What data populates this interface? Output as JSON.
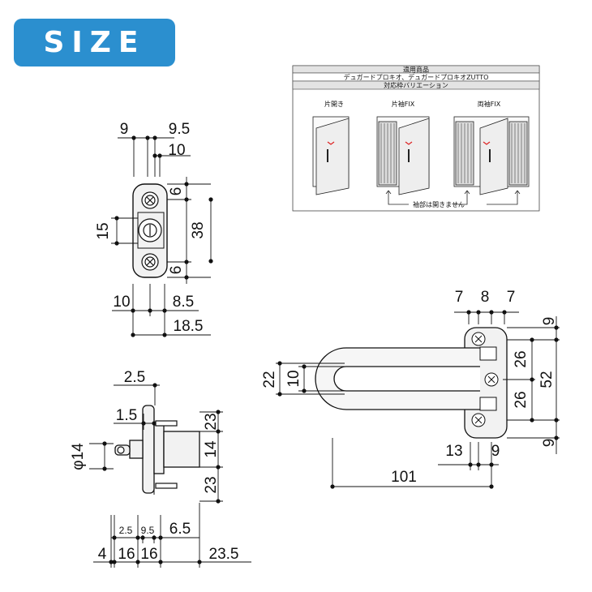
{
  "badge": {
    "label": "SIZE"
  },
  "table": {
    "header1": "適用商品",
    "products": "デュガードプロキオ、デュガードプロキオZUTTO",
    "header2": "対応枠バリエーション",
    "col1": "片開き",
    "col2": "片袖FIX",
    "col3": "両袖FIX",
    "note": "袖部は開きません"
  },
  "dims": {
    "top_9": "9",
    "top_9_5": "9.5",
    "top_10": "10",
    "right_6_top": "6",
    "right_38": "38",
    "right_6_bot": "6",
    "left_15": "15",
    "bottom_10": "10",
    "bottom_8_5": "8.5",
    "bottom_18_5": "18.5",
    "side_2_5": "2.5",
    "side_1_5": "1.5",
    "side_phi14": "φ14",
    "side_23_top": "23",
    "side_14": "14",
    "side_23_bot": "23",
    "side_b_2_5": "2.5",
    "side_b_9_5": "9.5",
    "side_b_6_5": "6.5",
    "side_b_4": "4",
    "side_b_16a": "16",
    "side_b_16b": "16",
    "side_b_23_5": "23.5",
    "arm_7a": "7",
    "arm_8": "8",
    "arm_7b": "7",
    "arm_9_top": "9",
    "arm_26a": "26",
    "arm_52": "52",
    "arm_26b": "26",
    "arm_9_bot": "9",
    "arm_22": "22",
    "arm_10": "10",
    "arm_13": "13",
    "arm_9_b": "9",
    "arm_101": "101"
  }
}
